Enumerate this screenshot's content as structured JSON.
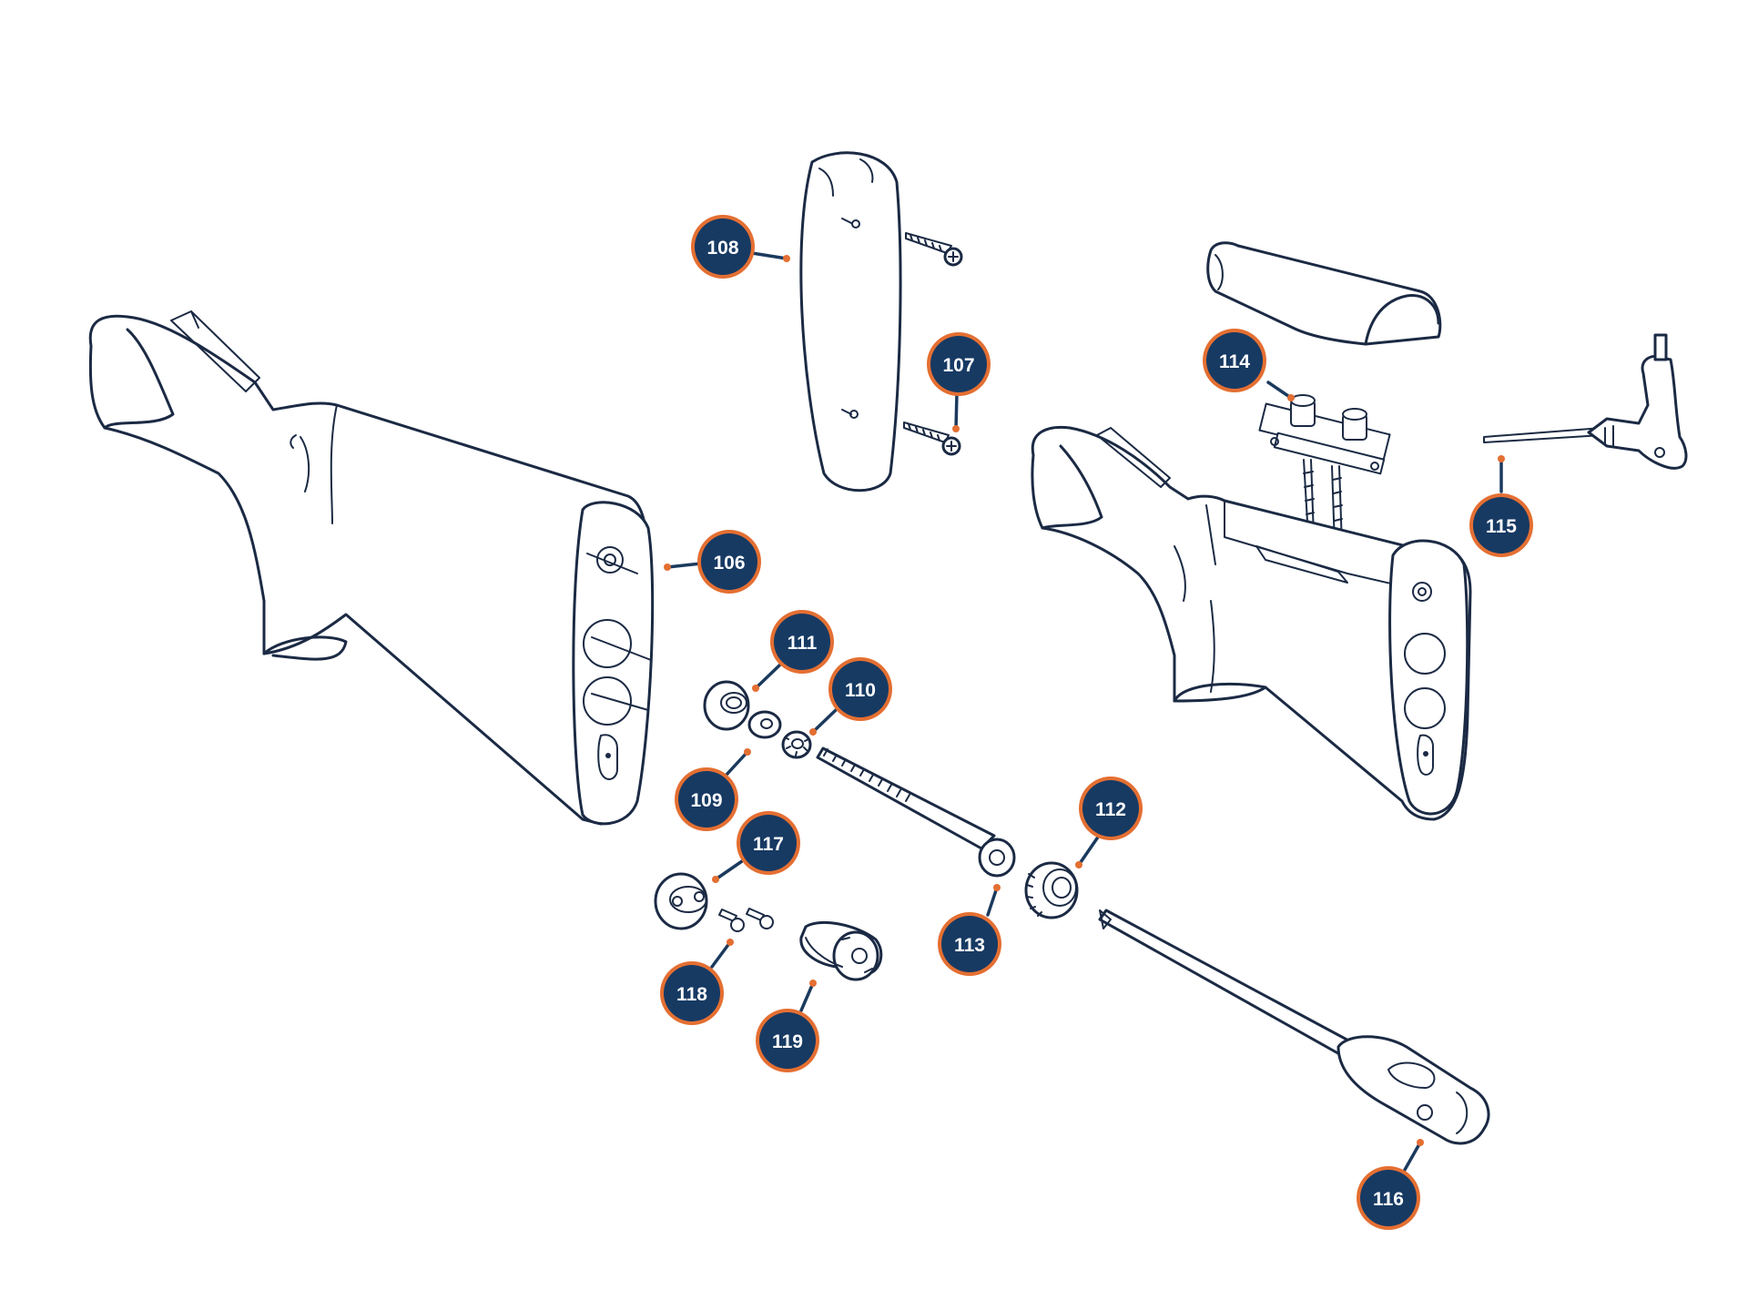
{
  "colors": {
    "badge_fill": "#173a63",
    "badge_ring": "#e46f32",
    "leader_line": "#1b3a5e",
    "line_art": "#1b2a44",
    "background": "#ffffff"
  },
  "callouts": [
    {
      "id": "106",
      "label": "106"
    },
    {
      "id": "107",
      "label": "107"
    },
    {
      "id": "108",
      "label": "108"
    },
    {
      "id": "109",
      "label": "109"
    },
    {
      "id": "110",
      "label": "110"
    },
    {
      "id": "111",
      "label": "111"
    },
    {
      "id": "112",
      "label": "112"
    },
    {
      "id": "113",
      "label": "113"
    },
    {
      "id": "114",
      "label": "114"
    },
    {
      "id": "115",
      "label": "115"
    },
    {
      "id": "116",
      "label": "116"
    },
    {
      "id": "117",
      "label": "117"
    },
    {
      "id": "118",
      "label": "118"
    },
    {
      "id": "119",
      "label": "119"
    }
  ],
  "parts": [
    "stock-left",
    "recoil-pad",
    "pad-screw-upper",
    "pad-screw-lower",
    "cheek-piece",
    "comb-hardware",
    "t-handle-hex-key",
    "stock-right",
    "lock-nut",
    "washer",
    "lock-washer",
    "stock-bolt",
    "knurled-nut",
    "bolt-driver",
    "spacer-cap",
    "cap-screw",
    "weight",
    "weight-label-plate"
  ]
}
